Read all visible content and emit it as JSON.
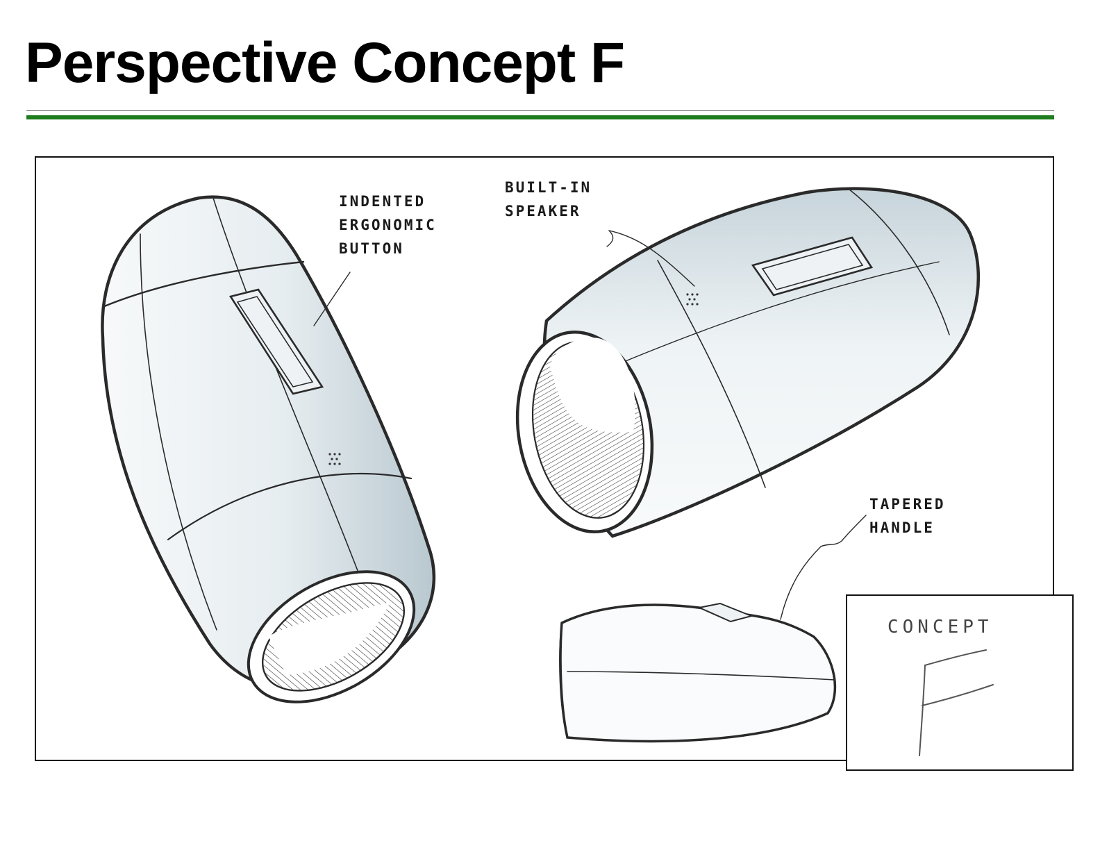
{
  "header": {
    "title": "Perspective Concept F"
  },
  "sketch": {
    "annotations": {
      "button_callout": "INDENTED\nERGONOMIC\nBUTTON",
      "speaker_callout": "BUILT-IN\nSPEAKER",
      "handle_callout": "TAPERED\nHANDLE"
    }
  },
  "stamp": {
    "word": "CONCEPT",
    "letter": "F"
  },
  "colors": {
    "accent_rule": "#1e7d1e",
    "ink": "#111111",
    "shading": "#c9d6de"
  }
}
